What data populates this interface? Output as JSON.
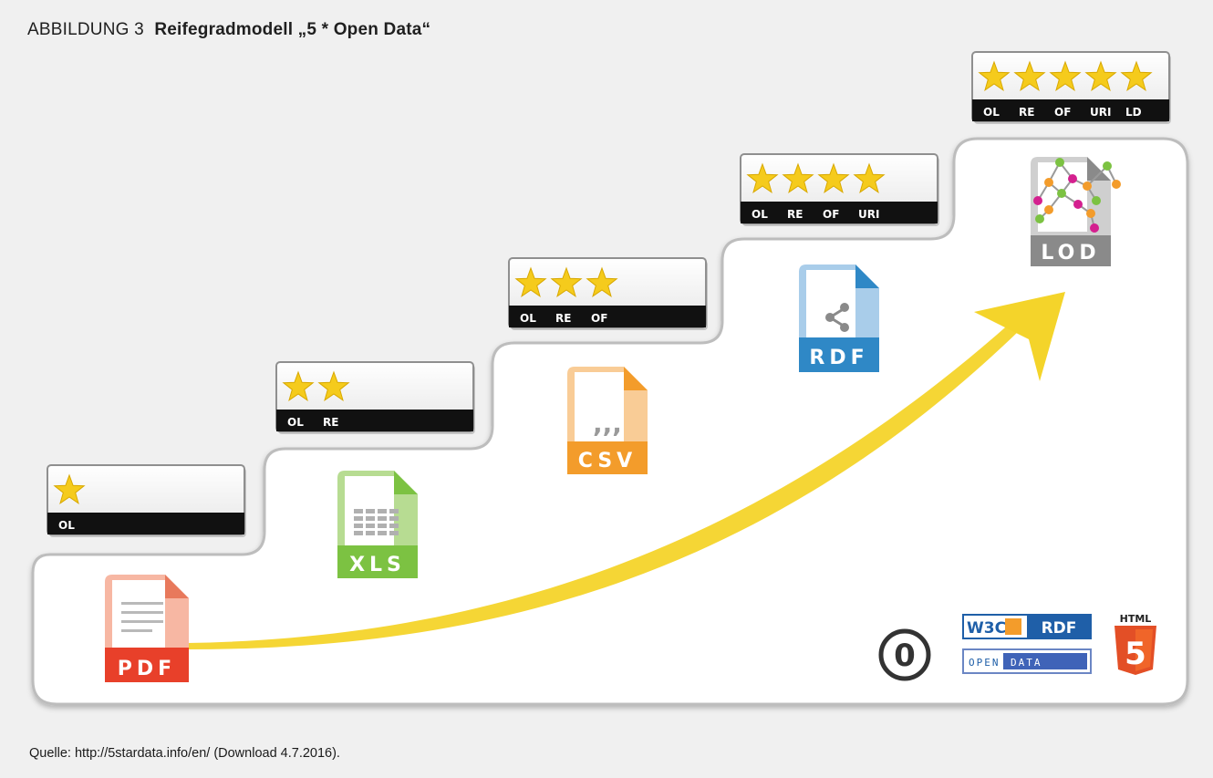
{
  "caption": {
    "label": "ABBILDUNG 3",
    "title": "Reifegradmodell „5 * Open Data“"
  },
  "source": "Quelle: http://5stardata.info/en/ (Download 4.7.2016).",
  "colors": {
    "star": "#f5cb1c",
    "arrow": "#f4d42a",
    "pdf": "#e84a2f",
    "xls": "#7cc242",
    "csv": "#f39c2b",
    "rdf": "#2f88c6",
    "lod": "#8a8a8a",
    "w3c_blue": "#1f5fa8"
  },
  "levels": [
    {
      "stars": 1,
      "codes": [
        "OL"
      ],
      "format": "PDF",
      "icon": "pdf-file-icon"
    },
    {
      "stars": 2,
      "codes": [
        "OL",
        "RE"
      ],
      "format": "XLS",
      "icon": "xls-file-icon"
    },
    {
      "stars": 3,
      "codes": [
        "OL",
        "RE",
        "OF"
      ],
      "format": "CSV",
      "icon": "csv-file-icon"
    },
    {
      "stars": 4,
      "codes": [
        "OL",
        "RE",
        "OF",
        "URI"
      ],
      "format": "RDF",
      "icon": "rdf-file-icon"
    },
    {
      "stars": 5,
      "codes": [
        "OL",
        "RE",
        "OF",
        "URI",
        "LD"
      ],
      "format": "LOD",
      "icon": "lod-file-icon"
    }
  ],
  "logos": {
    "cc_zero": "0",
    "w3c": "W3C",
    "rdf": "RDF",
    "open": "OPEN",
    "data": "DATA",
    "html": "HTML",
    "html5": "5"
  }
}
